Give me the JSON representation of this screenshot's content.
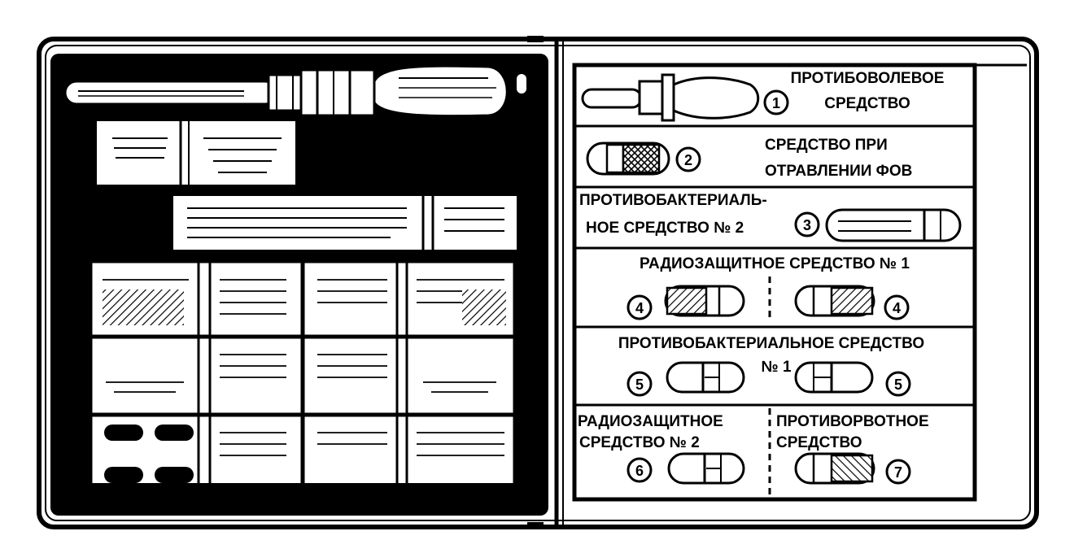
{
  "legend": {
    "items": [
      {
        "number": "1",
        "line1": "ПРОТИБОВОЛЕВОЕ",
        "line2": "СРЕДСТВО"
      },
      {
        "number": "2",
        "line1": "СРЕДСТВО ПРИ",
        "line2": "ОТРАВЛЕНИИ ФОВ"
      },
      {
        "number": "3",
        "line1": "ПРОТИВОБАКТЕРИАЛЬ-",
        "line2": "НОЕ СРЕДСТВО № 2"
      },
      {
        "number": "4",
        "line1": "РАДИОЗАЩИТНОЕ СРЕДСТВО № 1"
      },
      {
        "number": "5",
        "line1": "ПРОТИВОБАКТЕРИАЛЬНОЕ СРЕДСТВО",
        "line2": "№ 1"
      },
      {
        "number": "6",
        "line1": "РАДИОЗАЩИТНОЕ",
        "line2": "СРЕДСТВО № 2"
      },
      {
        "number": "7",
        "line1": "ПРОТИВОРВОТНОЕ",
        "line2": "СРЕДСТВО"
      }
    ]
  },
  "colors": {
    "ink": "#000000",
    "paper": "#ffffff"
  }
}
